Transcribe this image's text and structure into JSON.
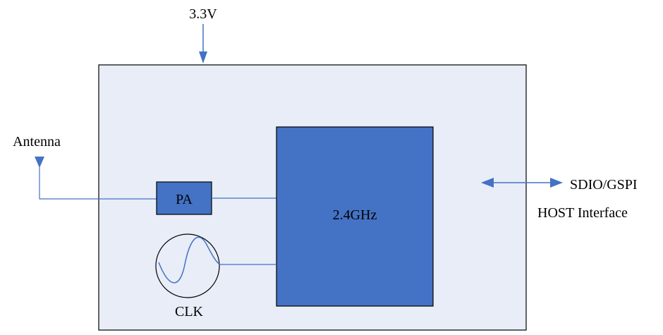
{
  "diagram": {
    "power_label": "3.3V",
    "antenna_label": "Antenna",
    "pa_label": "PA",
    "chip_label": "2.4GHz",
    "clk_label": "CLK",
    "interface_label": "SDIO/GSPI",
    "interface_sublabel": "HOST Interface"
  },
  "colors": {
    "module_fill": "#E8EDF7",
    "block_fill": "#4472C4",
    "line": "#4472C4",
    "outline": "#000000"
  }
}
